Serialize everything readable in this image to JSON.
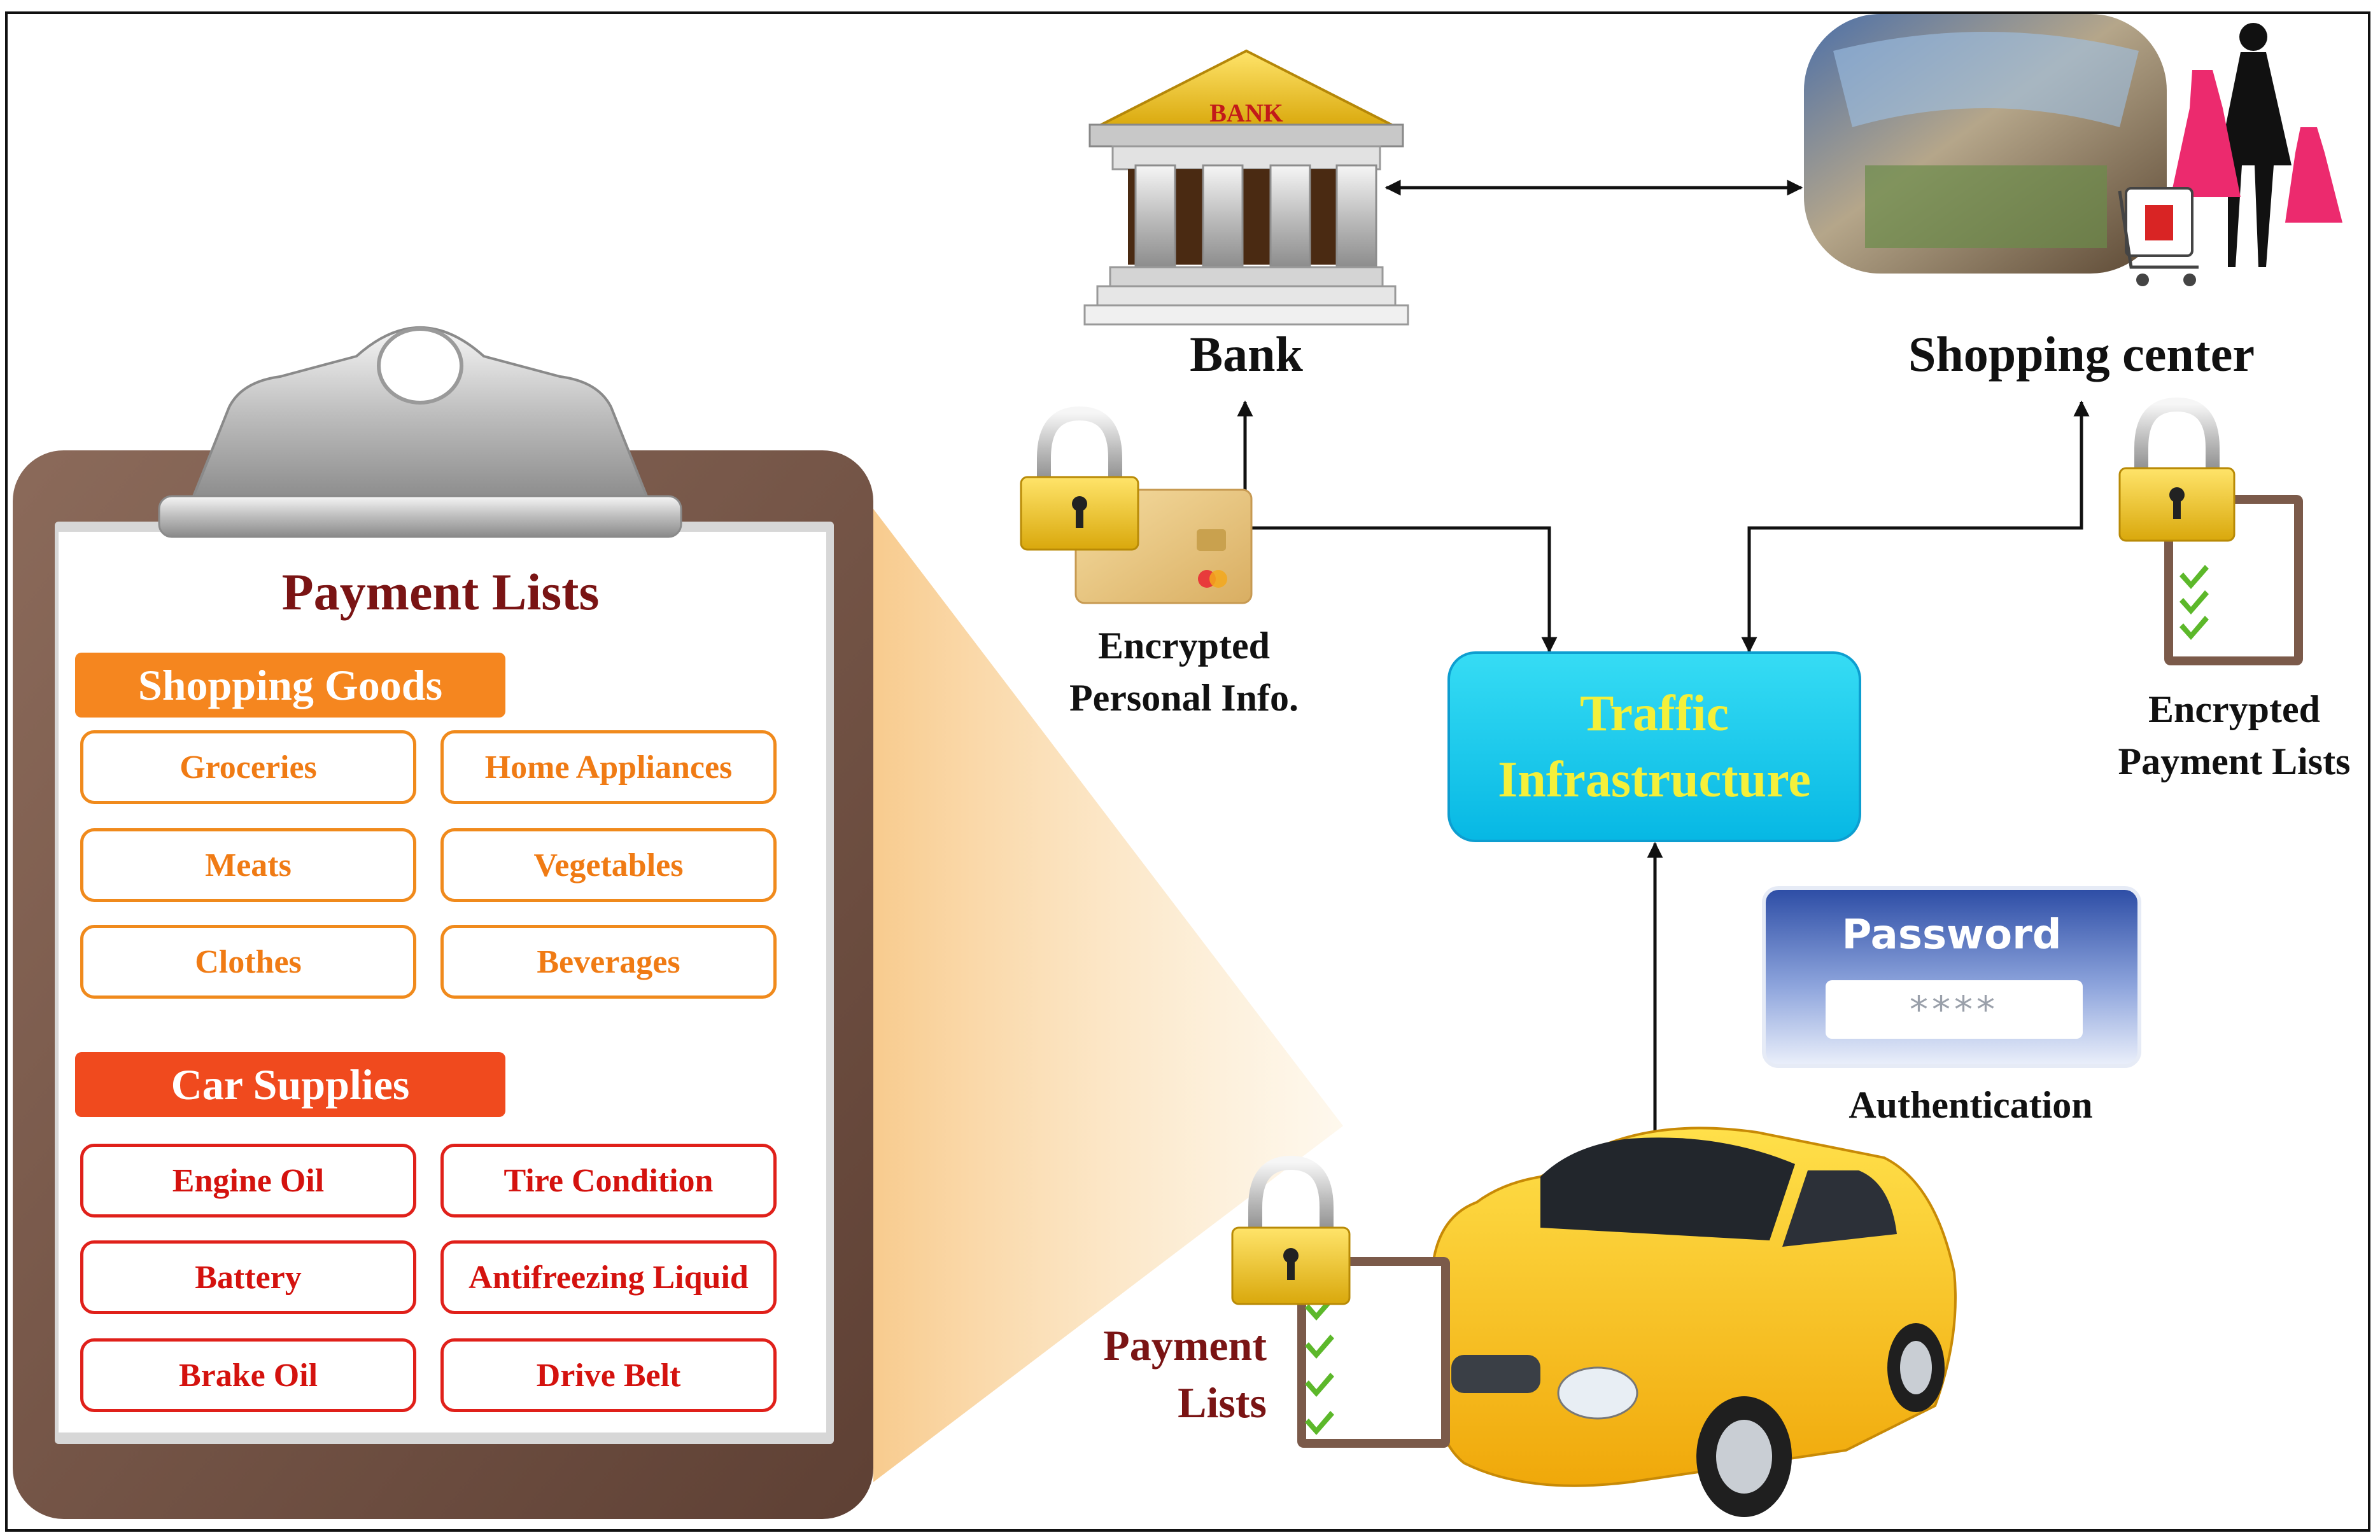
{
  "nodes": {
    "bank": "Bank",
    "bank_sign": "BANK",
    "shopping_center": "Shopping center",
    "traffic_line1": "Traffic",
    "traffic_line2": "Infrastructure",
    "encrypted_personal_line1": "Encrypted",
    "encrypted_personal_line2": "Personal Info.",
    "encrypted_payment_line1": "Encrypted",
    "encrypted_payment_line2": "Payment Lists",
    "payment_lists_line1": "Payment",
    "payment_lists_line2": "Lists",
    "authentication": "Authentication"
  },
  "password_box": {
    "title": "Password",
    "value": "****"
  },
  "clipboard": {
    "title": "Payment Lists",
    "shopping_goods": {
      "label": "Shopping Goods",
      "color": "#f5861f",
      "items": [
        "Groceries",
        "Home Appliances",
        "Meats",
        "Vegetables",
        "Clothes",
        "Beverages"
      ]
    },
    "car_supplies": {
      "label": "Car Supplies",
      "color": "#f04a1e",
      "items": [
        "Engine Oil",
        "Tire Condition",
        "Battery",
        "Antifreezing Liquid",
        "Brake Oil",
        "Drive Belt"
      ]
    }
  },
  "colors": {
    "traffic_fill": "#0fc4ec",
    "traffic_text": "#f4f03a",
    "title_maroon": "#7a1414",
    "car": "#f6c20c"
  }
}
